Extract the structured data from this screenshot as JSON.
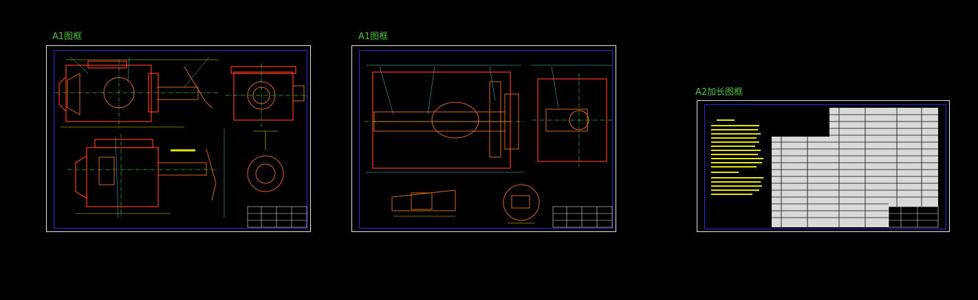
{
  "sheets": [
    {
      "label": "A1图框"
    },
    {
      "label": "A1图框"
    },
    {
      "label": "A2加长图框"
    }
  ],
  "colors": {
    "background": "#000000",
    "frame": "#e6e6e6",
    "inner_border": "#2b2bd6",
    "label": "#4fbf3f",
    "outline_red": "#ff3a1a",
    "part_orange": "#d86a1c",
    "centerline_green": "#32c832",
    "dimension_yellow": "#e8e800",
    "text_white": "#ffffff",
    "guide_cyan": "#3fd0e0"
  }
}
